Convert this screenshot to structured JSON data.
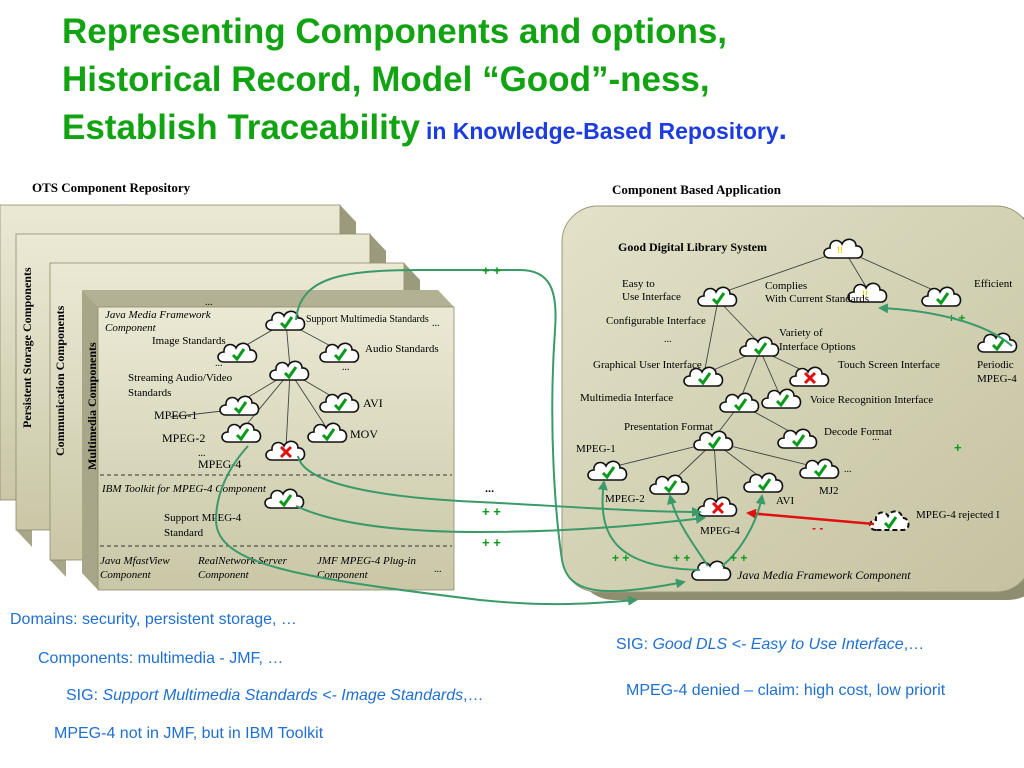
{
  "title": {
    "line1": "Representing Components and options,",
    "line2": "Historical Record, Model “Good”-ness,",
    "line3_main": "Establish Traceability",
    "line3_sub": "in Knowledge-Based Repository",
    "line3_dot": "."
  },
  "ots": {
    "heading": "OTS Component Repository",
    "stack": [
      "Persistent Storage Components",
      "Communication Components",
      "Multimedia Components"
    ],
    "jmf_title_1": "Java Media Framework",
    "jmf_title_2": "Component",
    "ellipsis": "...",
    "support_std": "Support Multimedia Standards",
    "image_std": "Image Standards",
    "audio_std": "Audio Standards",
    "streaming_1": "Streaming Audio/Video",
    "streaming_2": "Standards",
    "mpeg1": "MPEG-1",
    "mpeg2": "MPEG-2",
    "mpeg4": "MPEG-4",
    "avi": "AVI",
    "mov": "MOV",
    "ibm": "IBM Toolkit for MPEG-4 Component",
    "support_mpeg4_1": "Support MPEG-4",
    "support_mpeg4_2": "Standard",
    "mfast_1": "Java MfastView",
    "mfast_2": "Component",
    "realnet_1": "RealNetwork Server",
    "realnet_2": "Component",
    "jmfplug_1": "JMF MPEG-4 Plug-in",
    "jmfplug_2": "Component"
  },
  "app": {
    "heading": "Component Based Application",
    "good_dls": "Good Digital Library System",
    "easy_1": "Easy to",
    "easy_2": "Use Interface",
    "complies_1": "Complies",
    "complies_2": "With Current Standards",
    "efficient": "Efficient",
    "configurable": "Configurable Interface",
    "variety_1": "Variety of",
    "variety_2": "Interface Options",
    "gui": "Graphical User Interface",
    "touch": "Touch Screen Interface",
    "periodic_1": "Periodic",
    "periodic_2": "MPEG-4",
    "multimedia_if": "Multimedia  Interface",
    "voice": "Voice Recognition Interface",
    "presentation": "Presentation Format",
    "decode": "Decode Format",
    "mpeg1": "MPEG-1",
    "mpeg2": "MPEG-2",
    "mpeg4": "MPEG-4",
    "avi": "AVI",
    "mj2": "MJ2",
    "ellipsis": "...",
    "jmf": "Java Media Framework Component",
    "rejected": "MPEG-4 rejected I",
    "plus": "+",
    "pp": "+ +",
    "mm": "- -"
  },
  "links": {
    "pp": "+ +",
    "ellipsis": "..."
  },
  "notes": {
    "domains": "Domains: security, persistent storage, …",
    "components": "Components: multimedia - JMF, …",
    "sig1_prefix": "SIG: ",
    "sig1_italic": "Support Multimedia Standards <- Image Standards",
    "sig1_suffix": ",…",
    "mpeg4_note": "MPEG-4 not in JMF, but in IBM Toolkit",
    "sig2_prefix": "SIG: ",
    "sig2_italic": "Good DLS <- Easy to Use Interface",
    "sig2_suffix": ",…",
    "denied": "MPEG-4 denied – claim: high cost, low priorit"
  },
  "colors": {
    "title_green": "#12a312",
    "title_blue": "#1c3ce0",
    "note_blue": "#1f6fd1",
    "link_green": "#3a9a6a",
    "check_green": "#0a9a1a",
    "cross_red": "#e01010",
    "panel_fill": "#d8d6b8"
  }
}
